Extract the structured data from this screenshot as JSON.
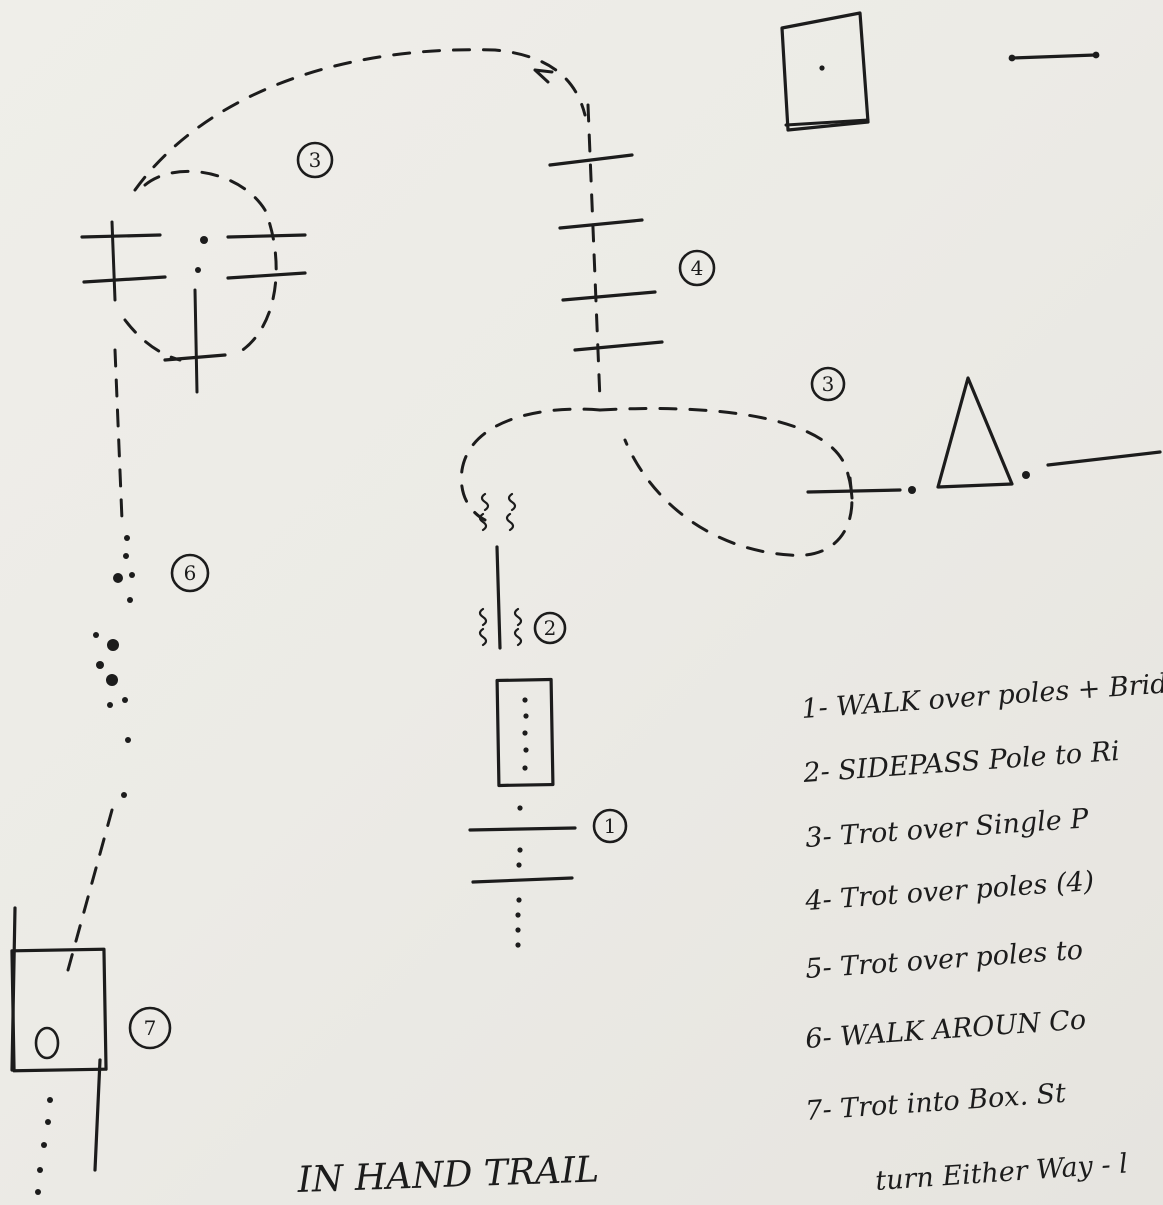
{
  "numbers": {
    "n1": "1",
    "n2": "2",
    "n3a": "3",
    "n3b": "3",
    "n4": "4",
    "n6": "6",
    "n7": "7",
    "box_zero": "0"
  },
  "legend": [
    "1- WALK over poles + Brid",
    "2- SIDEPASS Pole to Ri",
    "3- Trot over  Single P",
    "4- Trot over poles (4)",
    "5- Trot over poles to",
    "6- WALK AROUN Co",
    "7- Trot into Box. St",
    "turn Either Way - l"
  ],
  "title": "IN HAND TRAIL"
}
